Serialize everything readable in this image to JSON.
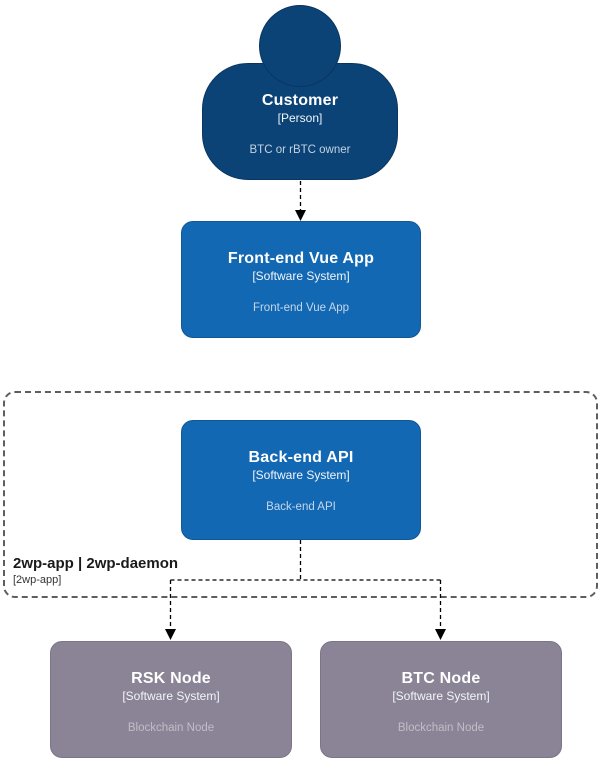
{
  "nodes": {
    "customer": {
      "title": "Customer",
      "type_label": "[Person]",
      "description": "BTC or rBTC owner"
    },
    "frontend": {
      "title": "Front-end Vue App",
      "type_label": "[Software System]",
      "description": "Front-end Vue App"
    },
    "backend": {
      "title": "Back-end API",
      "type_label": "[Software System]",
      "description": "Back-end API"
    },
    "rsk": {
      "title": "RSK Node",
      "type_label": "[Software System]",
      "description": "Blockchain Node"
    },
    "btc": {
      "title": "BTC Node",
      "type_label": "[Software System]",
      "description": "Blockchain Node"
    }
  },
  "boundary": {
    "title": "2wp-app | 2wp-daemon",
    "type_label": "[2wp-app]"
  },
  "colors": {
    "person_fill": "#0b4377",
    "software_system_fill": "#1368b4",
    "external_node_fill": "#8b8496",
    "boundary_border": "#5e5e5e",
    "connector": "#000000",
    "title_text": "#ffffff"
  }
}
